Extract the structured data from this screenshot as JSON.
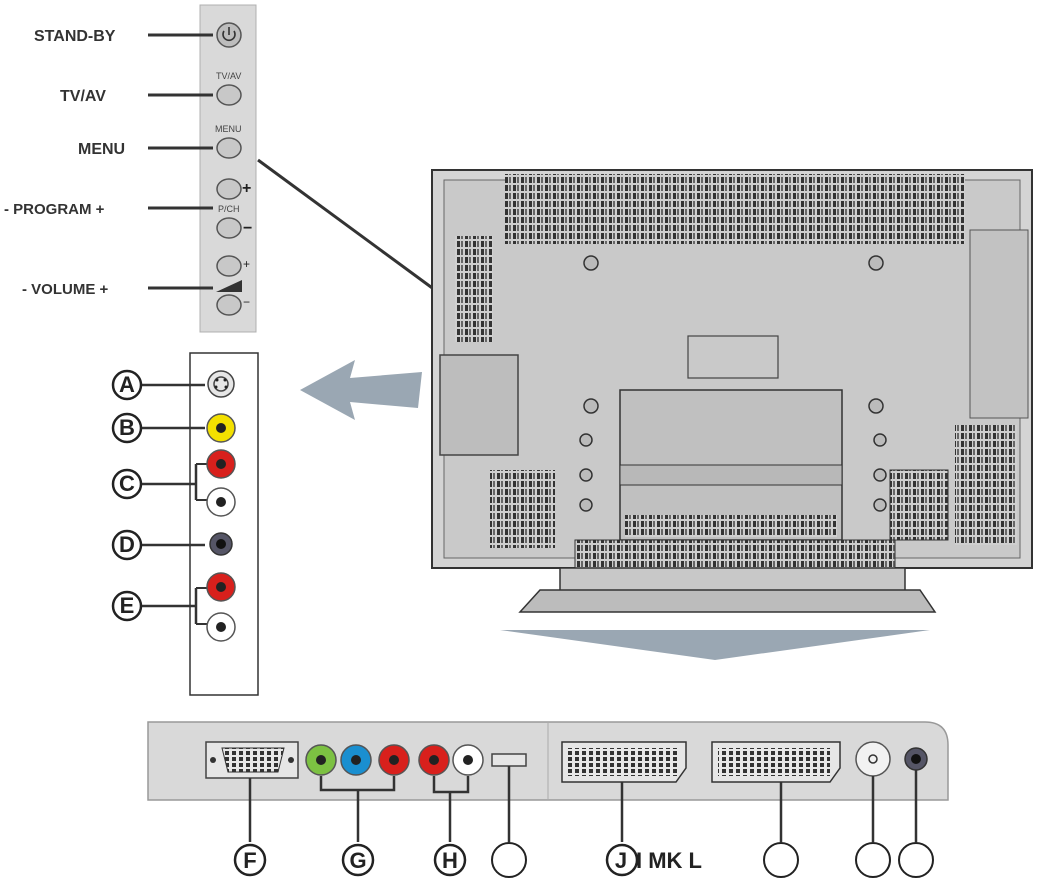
{
  "side_labels": {
    "standby": "STAND-BY",
    "tvav": "TV/AV",
    "menu": "MENU",
    "program": "- PROGRAM +",
    "volume": "- VOLUME +"
  },
  "button_texts": {
    "tvav": "TV/AV",
    "menu": "MENU",
    "pch": "P/CH",
    "plus": "+",
    "minus": "−"
  },
  "side_connector_letters": [
    "A",
    "B",
    "C",
    "D",
    "E"
  ],
  "bottom_letters": {
    "f": "F",
    "g": "G",
    "h": "H",
    "j": "J",
    "mkl": "I MK L"
  },
  "colors": {
    "panel_gray": "#d9d9d9",
    "yellow_jack": "#f3e000",
    "red_jack": "#d8201c",
    "green_jack": "#7cc142",
    "blue_jack": "#1a8fd0",
    "arrow_gray": "#9aa7b3"
  }
}
